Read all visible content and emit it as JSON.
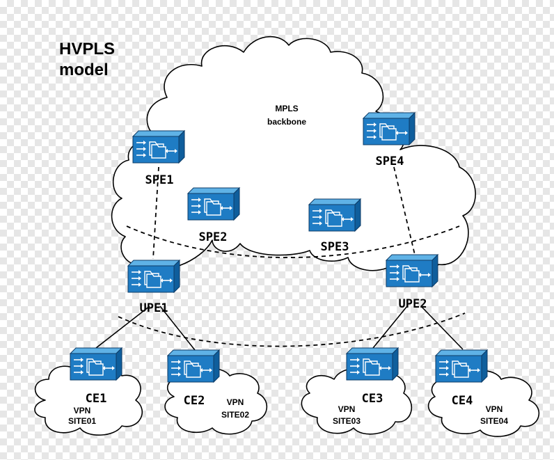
{
  "title": {
    "line1": "HVPLS",
    "line2": "model"
  },
  "backbone": {
    "line1": "MPLS",
    "line2": "backbone"
  },
  "nodes": {
    "spe1": "SPE1",
    "spe2": "SPE2",
    "spe3": "SPE3",
    "spe4": "SPE4",
    "upe1": "UPE1",
    "upe2": "UPE2",
    "ce1": "CE1",
    "ce2": "CE2",
    "ce3": "CE3",
    "ce4": "CE4"
  },
  "sites": [
    {
      "vpn": "VPN",
      "site": "SITE01"
    },
    {
      "vpn": "VPN",
      "site": "SITE02"
    },
    {
      "vpn": "VPN",
      "site": "SITE03"
    },
    {
      "vpn": "VPN",
      "site": "SITE04"
    }
  ],
  "colors": {
    "device": "#1f7cc4",
    "device_dark": "#0f5e9c",
    "device_light": "#5fb2e6"
  },
  "icon": "router-switch-icon"
}
